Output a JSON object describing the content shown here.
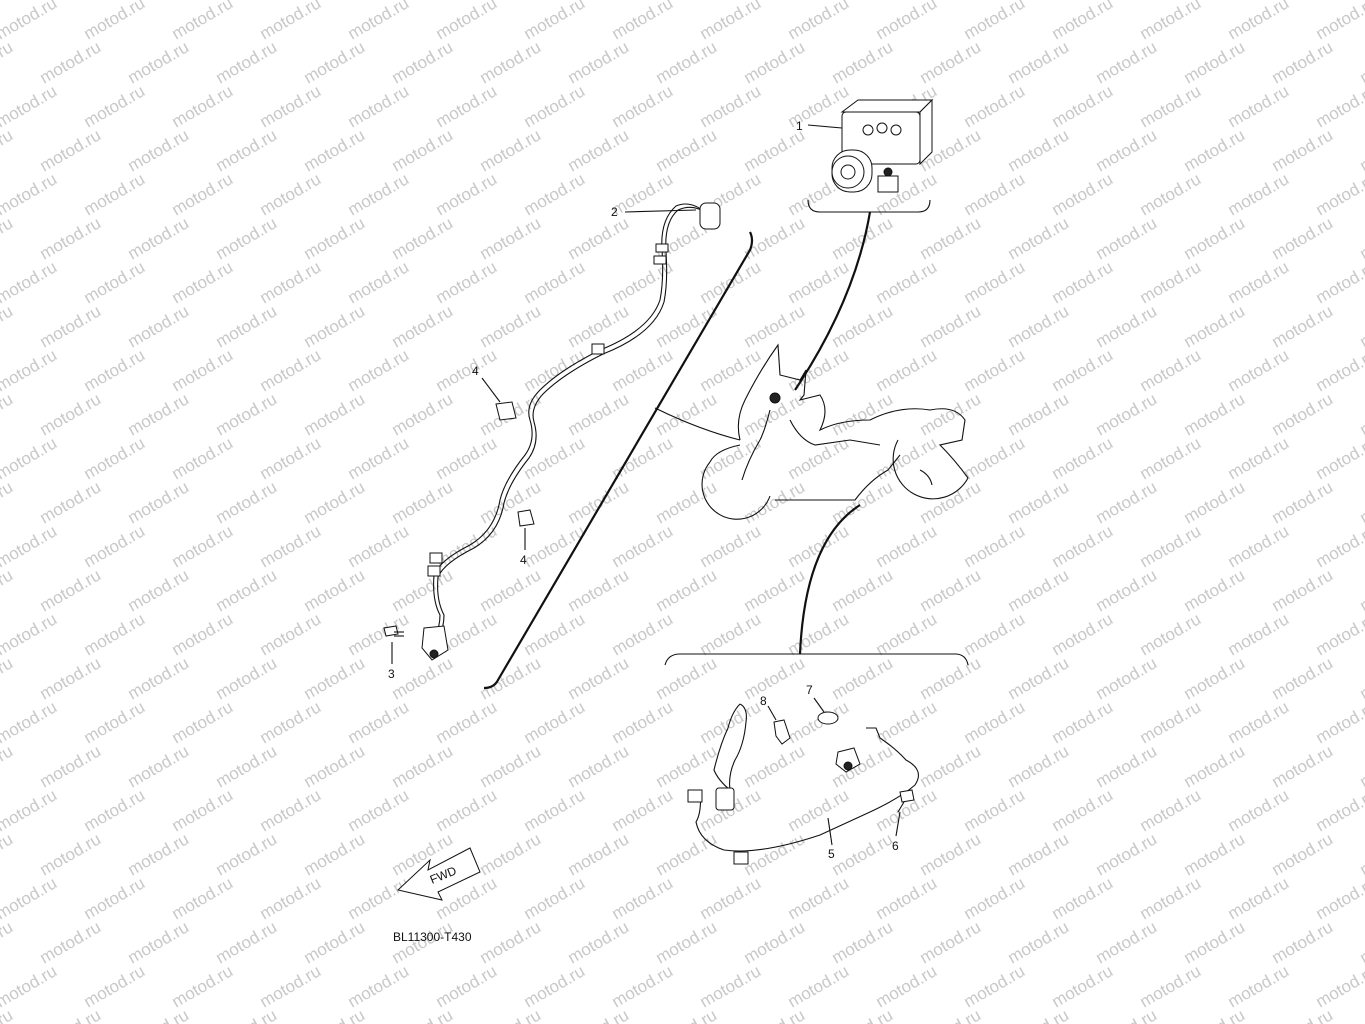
{
  "watermark": {
    "text": "motod.ru",
    "color": "#c8c8c8"
  },
  "diagram": {
    "code": "BL11300-T430",
    "fwd_label": "FWD",
    "callouts": {
      "c1": "1",
      "c2": "2",
      "c3": "3",
      "c4a": "4",
      "c4b": "4",
      "c5": "5",
      "c6": "6",
      "c7": "7",
      "c8": "8"
    }
  }
}
